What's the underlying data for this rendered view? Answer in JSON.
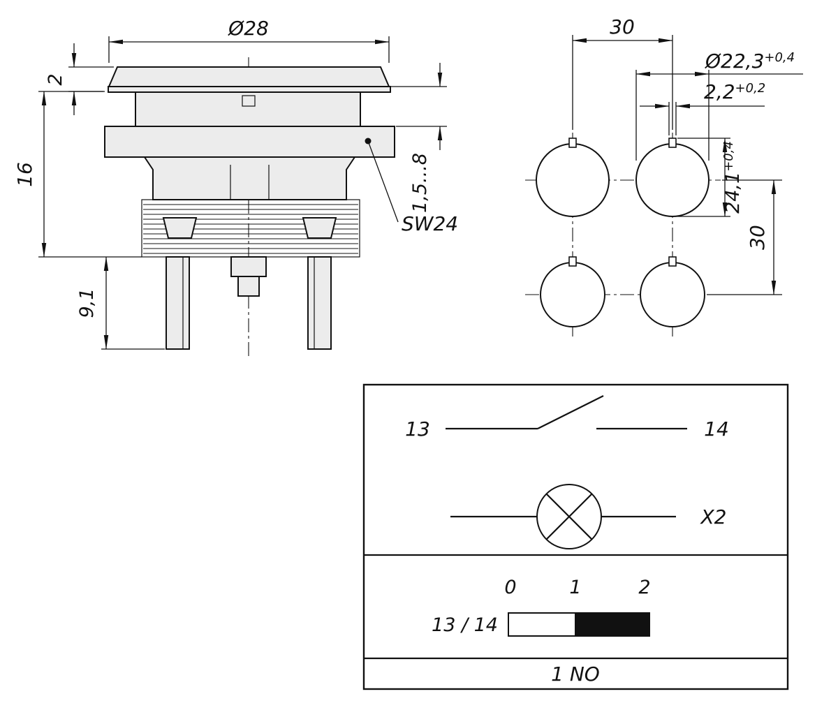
{
  "drawing": {
    "side_view": {
      "dim_cap_diameter": "Ø28",
      "dim_cap_height": "2",
      "dim_body_height": "16",
      "dim_terminal_length": "9,1",
      "dim_clamping_range": "1,5...8",
      "label_wrench_size": "SW24"
    },
    "hole_pattern": {
      "dim_horizontal_spacing": "30",
      "dim_hole_diameter": "Ø22,3",
      "dim_hole_diameter_tolerance": "+0,4",
      "dim_keyway_width": "2,2",
      "dim_keyway_width_tolerance": "+0,2",
      "dim_keyway_height": "24,1",
      "dim_keyway_height_tolerance": "+0,4",
      "dim_vertical_spacing": "30"
    },
    "circuit": {
      "terminal_left": "13",
      "terminal_right": "14",
      "lamp_terminal": "X2",
      "switch_positions": [
        "0",
        "1",
        "2"
      ],
      "contact_row_label": "13 / 14",
      "contact_type": "1 NO"
    }
  },
  "colors": {
    "line": "#111111",
    "body_fill": "#ececec",
    "contact_closed_fill": "#111111"
  }
}
